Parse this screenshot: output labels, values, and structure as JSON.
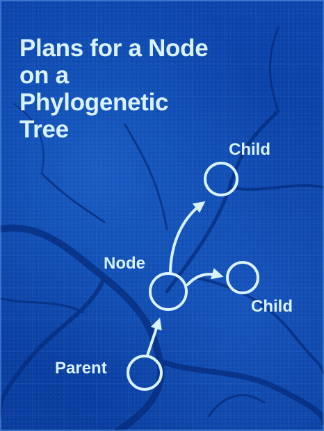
{
  "title": "Plans for a Node on a Phylogenetic Tree",
  "nodes": {
    "child_top": "Child",
    "node": "Node",
    "child_right": "Child",
    "parent": "Parent"
  },
  "colors": {
    "background": "#0b3e9e",
    "ink": "#d9f2ff",
    "grid": "#2a68c8"
  }
}
